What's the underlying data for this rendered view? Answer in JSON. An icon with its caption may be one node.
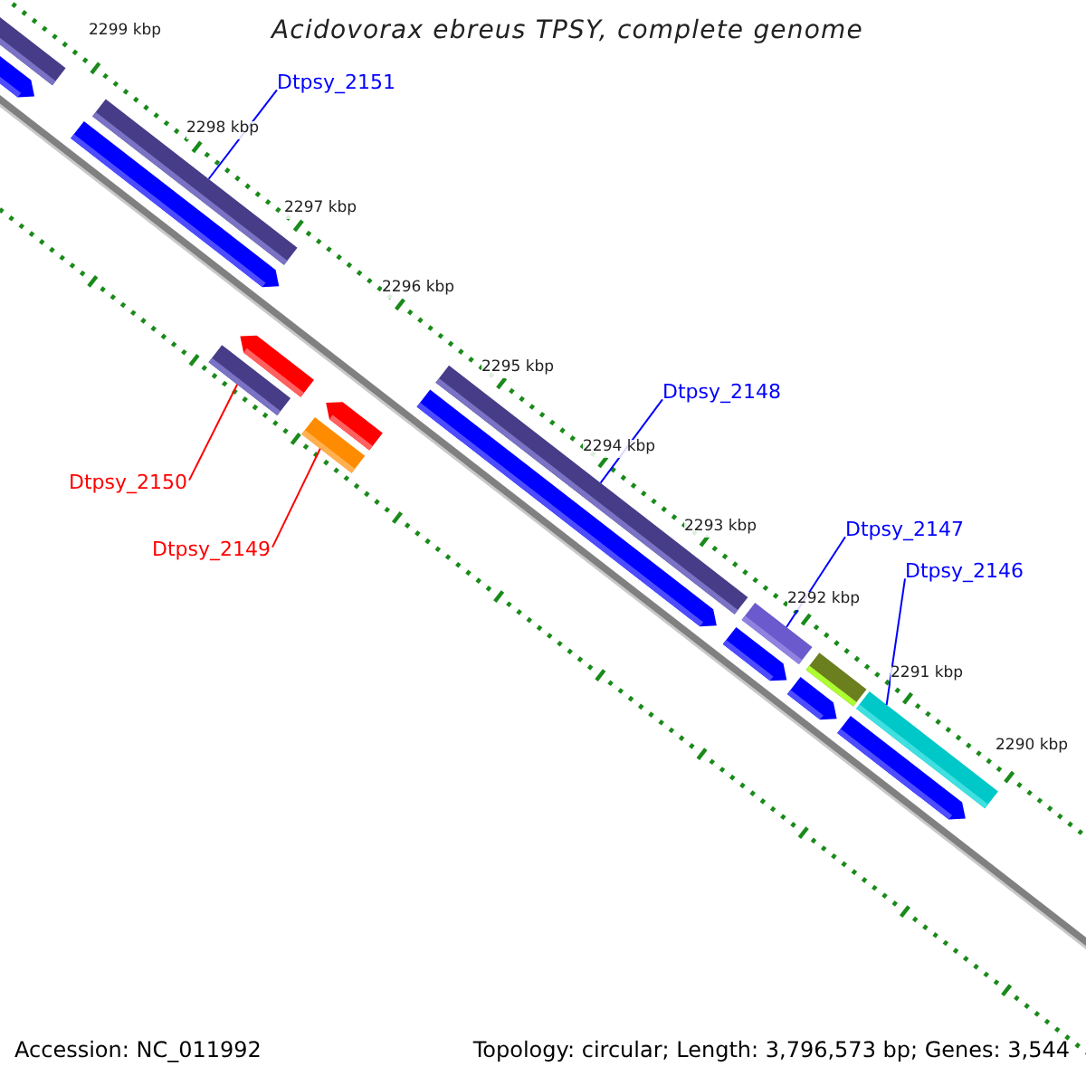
{
  "diagram": {
    "title": "Acidovorax ebreus TPSY, complete genome",
    "nodes": [
      {
        "text": [
          "Dtpsy_2151"
        ]
      },
      {
        "text": [
          "Dtpsy_2148"
        ]
      },
      {
        "text": [
          "Dtpsy_2150"
        ]
      },
      {
        "text": [
          "Dtpsy_2147"
        ]
      },
      {
        "text": [
          "Dtpsy_2149"
        ]
      },
      {
        "text": [
          "Dtpsy_2146"
        ]
      },
      {
        "text": [],
        "shape": "bar"
      },
      {
        "text": [],
        "shape": "bar"
      },
      {
        "text": [],
        "shape": "bar"
      },
      {
        "text": [],
        "shape": "bar"
      },
      {
        "text": [],
        "shape": "bar"
      },
      {
        "text": [],
        "shape": "bar"
      }
    ],
    "edges": [
      {
        "from": 0,
        "to": 6,
        "arrow": "none"
      },
      {
        "from": 1,
        "to": 9,
        "arrow": "none"
      },
      {
        "from": 2,
        "to": 7,
        "arrow": "none",
        "color": "#ff0000"
      },
      {
        "from": 3,
        "to": 10,
        "arrow": "none"
      },
      {
        "from": 4,
        "to": 8,
        "arrow": "none",
        "color": "#ff0000"
      },
      {
        "from": 5,
        "to": 11,
        "arrow": "none"
      }
    ],
    "labels": [
      "2299 kbp",
      "2298 kbp",
      "2297 kbp",
      "2296 kbp",
      "2295 kbp",
      "2294 kbp",
      "2293 kbp",
      "2292 kbp",
      "2291 kbp",
      "2290 kbp",
      "Accession: NC_011992",
      "Topology: circular; Length: 3,796,573 bp; Genes: 3,544"
    ]
  }
}
